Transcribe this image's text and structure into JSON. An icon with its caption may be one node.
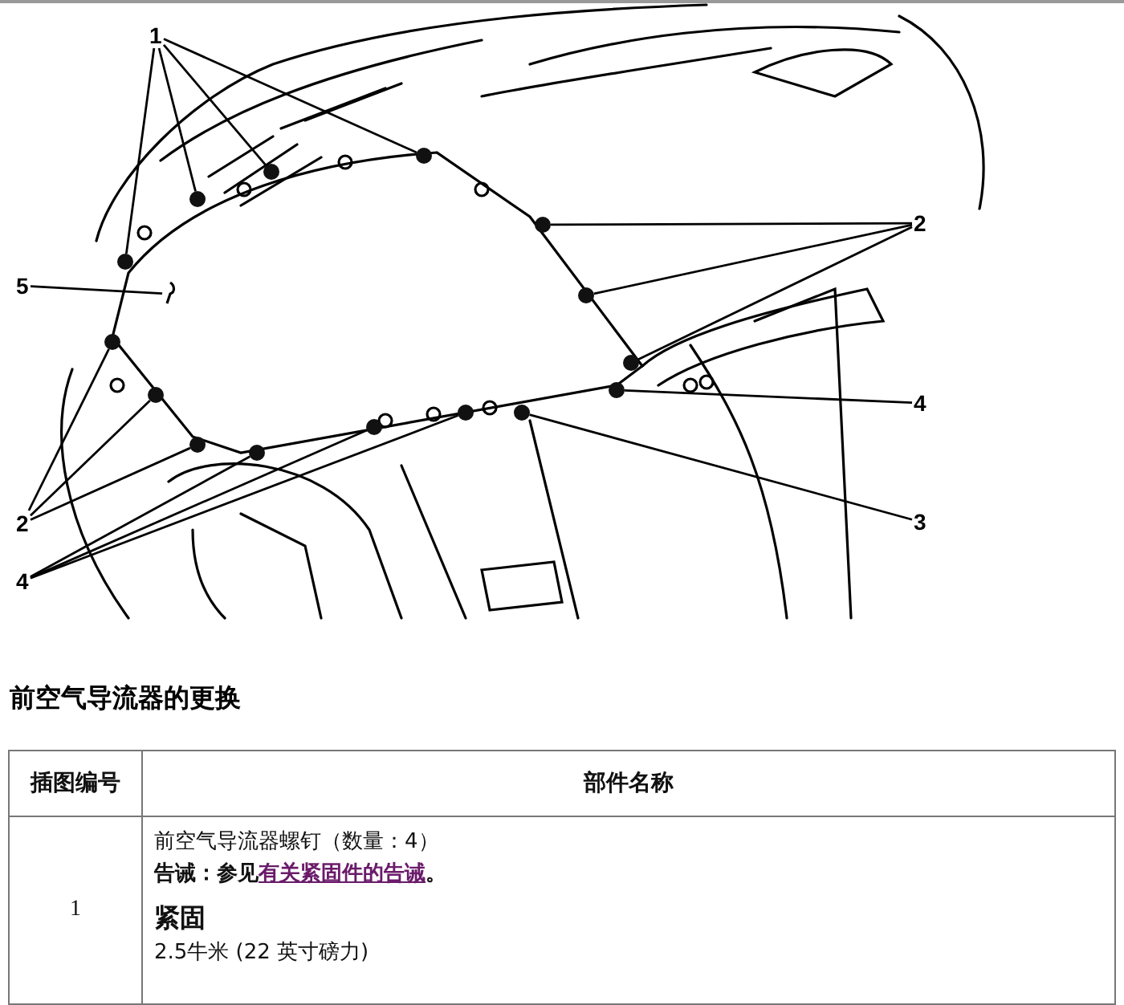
{
  "diagram": {
    "title": "前空气导流器的更换",
    "nodes": [
      {
        "text": [
          "1"
        ]
      },
      {
        "text": [],
        "shape": "circle"
      },
      {
        "text": [],
        "shape": "circle"
      },
      {
        "text": [],
        "shape": "circle"
      },
      {
        "text": [],
        "shape": "circle"
      },
      {
        "text": [
          "2"
        ]
      },
      {
        "text": [],
        "shape": "circle"
      },
      {
        "text": [],
        "shape": "circle"
      },
      {
        "text": [],
        "shape": "circle"
      },
      {
        "text": [
          "5"
        ]
      },
      {
        "text": [],
        "shape": "picture"
      },
      {
        "text": [
          "2"
        ]
      },
      {
        "text": [],
        "shape": "circle"
      },
      {
        "text": [],
        "shape": "circle"
      },
      {
        "text": [],
        "shape": "circle"
      },
      {
        "text": [
          "4"
        ]
      },
      {
        "text": [],
        "shape": "circle"
      },
      {
        "text": [
          "3"
        ]
      },
      {
        "text": [],
        "shape": "circle"
      },
      {
        "text": [
          "4"
        ]
      },
      {
        "text": [],
        "shape": "circle"
      },
      {
        "text": [],
        "shape": "circle"
      },
      {
        "text": [],
        "shape": "circle"
      }
    ],
    "edges": [
      {
        "from": 0,
        "to": 1,
        "arrow": "none"
      },
      {
        "from": 0,
        "to": 2,
        "arrow": "none"
      },
      {
        "from": 0,
        "to": 3,
        "arrow": "none"
      },
      {
        "from": 0,
        "to": 4,
        "arrow": "none"
      },
      {
        "from": 5,
        "to": 6,
        "arrow": "none"
      },
      {
        "from": 5,
        "to": 7,
        "arrow": "none"
      },
      {
        "from": 5,
        "to": 8,
        "arrow": "none"
      },
      {
        "from": 9,
        "to": 10,
        "arrow": "none"
      },
      {
        "from": 11,
        "to": 12,
        "arrow": "none"
      },
      {
        "from": 11,
        "to": 13,
        "arrow": "none"
      },
      {
        "from": 11,
        "to": 14,
        "arrow": "none"
      },
      {
        "from": 15,
        "to": 16,
        "arrow": "none"
      },
      {
        "from": 17,
        "to": 18,
        "arrow": "none"
      },
      {
        "from": 19,
        "to": 20,
        "arrow": "none"
      },
      {
        "from": 19,
        "to": 21,
        "arrow": "none"
      },
      {
        "from": 19,
        "to": 22,
        "arrow": "none"
      }
    ],
    "labels": [
      "插图编号",
      "部件名称",
      "1",
      "前空气导流器螺钉（数量：4）",
      "告诫：参见",
      "有关紧固件的告诫",
      "。",
      "紧固",
      "2.5牛米 (22 英寸磅力)"
    ]
  }
}
